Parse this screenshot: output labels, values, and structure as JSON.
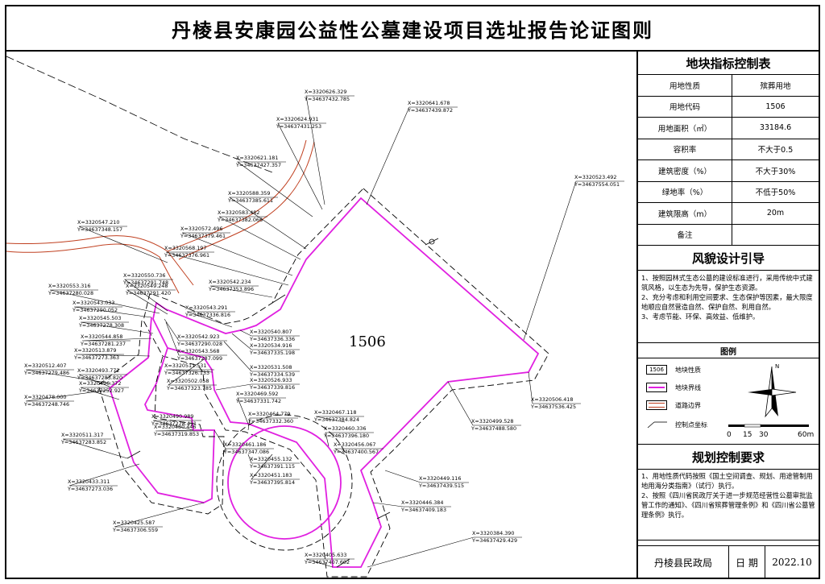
{
  "title": "丹棱县安康园公益性公墓建设项目选址报告论证图则",
  "map": {
    "parcel_label": "1506",
    "points": [
      {
        "x": "X=3320626.329",
        "y": "Y=34637432.785"
      },
      {
        "x": "X=3320624.931",
        "y": "Y=34637431.253"
      },
      {
        "x": "X=3320641.678",
        "y": "Y=34637439.872"
      },
      {
        "x": "X=3320621.181",
        "y": "Y=34637427.357"
      },
      {
        "x": "X=3320523.492",
        "y": "Y=34637554.051"
      },
      {
        "x": "X=3320588.359",
        "y": "Y=34637385.611"
      },
      {
        "x": "X=3320583.482",
        "y": "Y=34637382.066"
      },
      {
        "x": "X=3320547.210",
        "y": "Y=34637348.157"
      },
      {
        "x": "X=3320572.496",
        "y": "Y=34637379.461"
      },
      {
        "x": "X=3320568.197",
        "y": "Y=34637376.961"
      },
      {
        "x": "X=3320550.736",
        "y": "Y=34637291.748"
      },
      {
        "x": "X=3320542.234",
        "y": "Y=34637353.896"
      },
      {
        "x": "X=3320553.316",
        "y": "Y=34637280.028"
      },
      {
        "x": "X=3320549.248",
        "y": "Y=34637291.420"
      },
      {
        "x": "X=3320543.033",
        "y": "Y=34637290.052"
      },
      {
        "x": "X=3320543.291",
        "y": "Y=34637336.816"
      },
      {
        "x": "X=3320545.503",
        "y": "Y=34637278.308"
      },
      {
        "x": "X=3320540.807",
        "y": "Y=34637336.336"
      },
      {
        "x": "X=3320544.858",
        "y": "Y=34637281.237"
      },
      {
        "x": "X=3320542.923",
        "y": "Y=34637290.028"
      },
      {
        "x": "X=3320534.916",
        "y": "Y=34637335.198"
      },
      {
        "x": "X=3320543.568",
        "y": "Y=34637287.099"
      },
      {
        "x": "X=3320513.879",
        "y": "Y=34637273.363"
      },
      {
        "x": "X=3320511.531",
        "y": "Y=34637326.133"
      },
      {
        "x": "X=3320531.508",
        "y": "Y=34637334.539"
      },
      {
        "x": "X=3320512.407",
        "y": "Y=34637279.486"
      },
      {
        "x": "X=3320526.933",
        "y": "Y=34637339.816"
      },
      {
        "x": "X=3320493.772",
        "y": "Y=34637283.820"
      },
      {
        "x": "X=3320502.058",
        "y": "Y=34637323.785"
      },
      {
        "x": "X=3320496.372",
        "y": "Y=34637252.927"
      },
      {
        "x": "X=3320469.592",
        "y": "Y=34637331.742"
      },
      {
        "x": "X=3320478.000",
        "y": "Y=34637248.746"
      },
      {
        "x": "X=3320467.118",
        "y": "Y=34637384.824"
      },
      {
        "x": "X=3320464.779",
        "y": "Y=34637332.360"
      },
      {
        "x": "X=3320506.418",
        "y": "Y=34637536.425"
      },
      {
        "x": "X=3320490.989",
        "y": "Y=34637278.411"
      },
      {
        "x": "X=3320460.336",
        "y": "Y=34637396.180"
      },
      {
        "x": "X=3320480.446",
        "y": "Y=34637319.853"
      },
      {
        "x": "X=3320499.528",
        "y": "Y=34637488.580"
      },
      {
        "x": "X=3320461.186",
        "y": "Y=34637347.086"
      },
      {
        "x": "X=3320456.067",
        "y": "Y=34637400.567"
      },
      {
        "x": "X=3320511.317",
        "y": "Y=34637283.852"
      },
      {
        "x": "X=3320455.132",
        "y": "Y=34637391.115"
      },
      {
        "x": "X=3320451.183",
        "y": "Y=34637395.814"
      },
      {
        "x": "X=3320449.116",
        "y": "Y=34637439.515"
      },
      {
        "x": "X=3320433.311",
        "y": "Y=34637273.036"
      },
      {
        "x": "X=3320446.384",
        "y": "Y=34637409.183"
      },
      {
        "x": "X=3320425.587",
        "y": "Y=34637306.559"
      },
      {
        "x": "X=3320384.390",
        "y": "Y=34637429.429"
      },
      {
        "x": "X=3320405.633",
        "y": "Y=34637407.602"
      }
    ]
  },
  "control_table": {
    "title": "地块指标控制表",
    "rows": [
      {
        "key": "用地性质",
        "value": "殡葬用地"
      },
      {
        "key": "用地代码",
        "value": "1506"
      },
      {
        "key": "用地面积（㎡）",
        "value": "33184.6"
      },
      {
        "key": "容积率",
        "value": "不大于0.5"
      },
      {
        "key": "建筑密度（%）",
        "value": "不大于30%"
      },
      {
        "key": "绿地率（%）",
        "value": "不低于50%"
      },
      {
        "key": "建筑限高（m）",
        "value": "20m"
      },
      {
        "key": "备注",
        "value": ""
      }
    ]
  },
  "design_guide": {
    "title": "风貌设计引导",
    "items": [
      "1、按照园林式生态公墓的建设标准进行，采用传统中式建筑风格，以生态为先导，保护生态资源。",
      "2、充分考虑和利用空间要求、生态保护等因素，最大限度地顺应自然营造自然、保护自然、利用自然。",
      "3、考虑节能、环保、高效益、低维护。"
    ]
  },
  "legend": {
    "title": "图例",
    "items": [
      {
        "swatch": "1506",
        "label": "地块性质",
        "color": "#000000"
      },
      {
        "swatch": "",
        "label": "地块界线",
        "color": "#e020e0"
      },
      {
        "swatch": "",
        "label": "道路边界",
        "color": "#c04020"
      },
      {
        "swatch": "",
        "label": "控制点坐标",
        "color": "#000000"
      }
    ],
    "north": "N",
    "scale_labels": [
      "0",
      "15",
      "30",
      "60m"
    ]
  },
  "requirements": {
    "title": "规划控制要求",
    "items": [
      "1、用地性质代码按照《国土空间调查、规划、用途管制用地用海分类指南》（试行）执行。",
      "2、按照《四川省民政厅关于进一步规范经营性公墓审批监管工作的通知》、《四川省殡葬管理条例》和《四川省公墓管理条例》执行。"
    ]
  },
  "footer": {
    "org": "丹棱县民政局",
    "date_label": "日 期",
    "date": "2022.10"
  },
  "colors": {
    "boundary": "#e020e0",
    "road": "#c04020"
  }
}
